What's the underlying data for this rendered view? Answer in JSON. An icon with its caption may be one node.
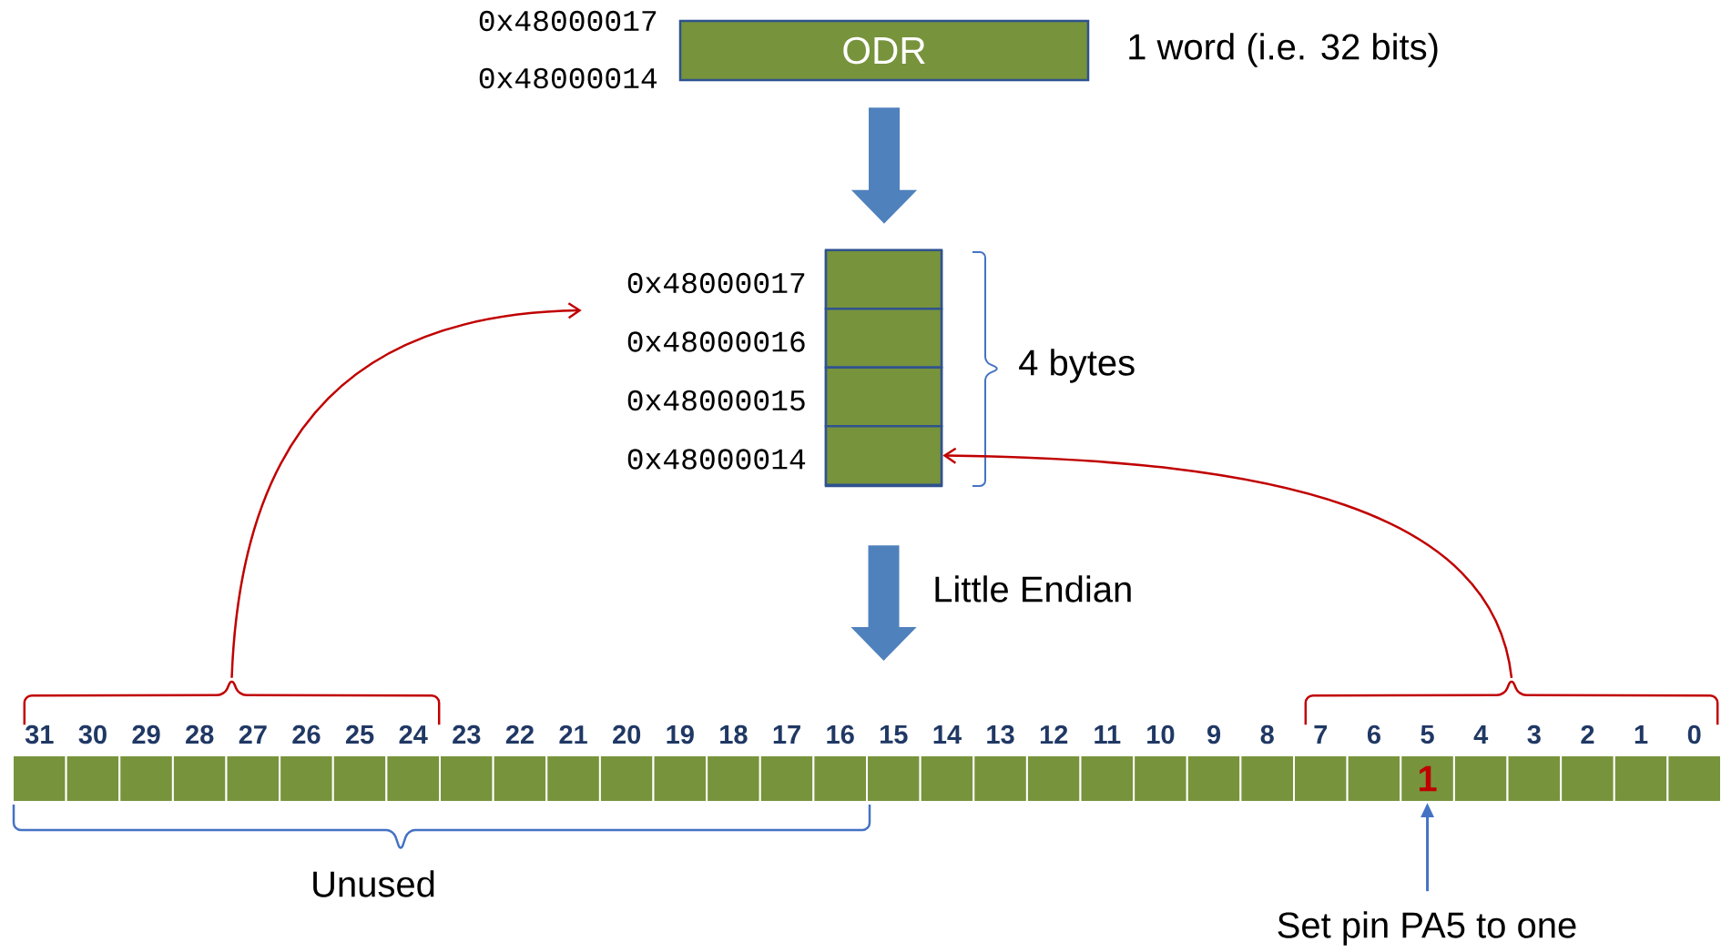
{
  "diagram": {
    "nodes": [
      {
        "text": [
          "ODR"
        ],
        "beside": [
          "0x48000017",
          "0x48000014",
          "1 word (i.e. 32 bits)"
        ]
      },
      {
        "text": [],
        "shape": "box"
      },
      {
        "text": [],
        "shape": "box",
        "in": 1,
        "beside": [
          "0x48000017"
        ]
      },
      {
        "text": [],
        "shape": "box",
        "in": 1,
        "beside": [
          "0x48000016"
        ]
      },
      {
        "text": [],
        "shape": "box",
        "in": 1,
        "beside": [
          "0x48000015"
        ]
      },
      {
        "text": [],
        "shape": "box",
        "in": 1,
        "beside": [
          "0x48000014"
        ]
      },
      {
        "text": [],
        "shape": "bracket"
      },
      {
        "text": [],
        "shape": "bracket"
      },
      {
        "text": [],
        "shape": "box"
      },
      {
        "text": [],
        "shape": "box"
      },
      {
        "text": [],
        "shape": "box"
      },
      {
        "text": [],
        "shape": "box"
      },
      {
        "text": [],
        "shape": "box"
      },
      {
        "text": [],
        "shape": "box"
      },
      {
        "text": [],
        "shape": "box"
      },
      {
        "text": [],
        "shape": "box"
      },
      {
        "text": [],
        "shape": "box"
      },
      {
        "text": [],
        "shape": "box"
      },
      {
        "text": [],
        "shape": "box"
      },
      {
        "text": [],
        "shape": "box"
      },
      {
        "text": [],
        "shape": "box"
      },
      {
        "text": [],
        "shape": "box"
      },
      {
        "text": [],
        "shape": "box"
      },
      {
        "text": [],
        "shape": "box"
      },
      {
        "text": [],
        "shape": "box"
      },
      {
        "text": [],
        "shape": "box"
      },
      {
        "text": [],
        "shape": "box"
      },
      {
        "text": [],
        "shape": "box"
      },
      {
        "text": [],
        "shape": "box"
      },
      {
        "text": [],
        "shape": "box"
      },
      {
        "text": [],
        "shape": "box"
      },
      {
        "text": [],
        "shape": "box"
      },
      {
        "text": [],
        "shape": "box"
      },
      {
        "text": [],
        "shape": "box"
      },
      {
        "text": [
          "1"
        ]
      },
      {
        "text": [],
        "shape": "box"
      },
      {
        "text": [],
        "shape": "box"
      },
      {
        "text": [],
        "shape": "box"
      },
      {
        "text": [],
        "shape": "box"
      },
      {
        "text": [],
        "shape": "box"
      },
      {
        "text": [
          "Set pin PA5 to one"
        ]
      }
    ],
    "edges": [
      {
        "from": 0,
        "to": 1,
        "arrow": "to",
        "style": "thick",
        "color": "#4f81bd"
      },
      {
        "from": 1,
        "to": 24,
        "arrow": "to",
        "style": "thick",
        "color": "#4f81bd",
        "label": "Little Endian"
      },
      {
        "from": 6,
        "to": 2,
        "arrow": "to",
        "color": "#c00000"
      },
      {
        "from": 7,
        "to": 5,
        "arrow": "to",
        "color": "#c00000"
      },
      {
        "from": 40,
        "to": 34,
        "arrow": "to",
        "color": "#4472c4"
      }
    ],
    "labels": [
      "4 bytes",
      "31",
      "30",
      "29",
      "28",
      "27",
      "26",
      "25",
      "24",
      "23",
      "22",
      "21",
      "20",
      "19",
      "18",
      "17",
      "16",
      "15",
      "14",
      "13",
      "12",
      "11",
      "10",
      "9",
      "8",
      "7",
      "6",
      "5",
      "4",
      "3",
      "2",
      "1",
      "0",
      "Unused"
    ]
  }
}
